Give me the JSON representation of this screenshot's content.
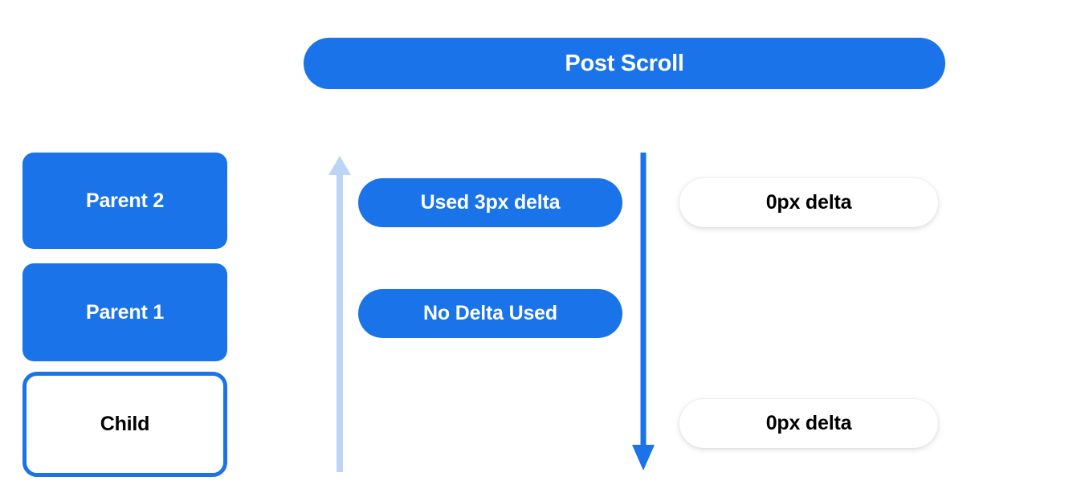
{
  "header": {
    "title": "Post Scroll"
  },
  "colors": {
    "accent_blue": "#1a73e8",
    "arrow_light_blue": "#bcd4f5",
    "arrow_dark_blue": "#1a73e8",
    "text_on_blue": "#ffffff",
    "text_dark": "#000000",
    "background": "#ffffff"
  },
  "scroll_chain": {
    "boxes": [
      {
        "label": "Parent 2",
        "style": "filled"
      },
      {
        "label": "Parent 1",
        "style": "filled"
      },
      {
        "label": "Child",
        "style": "outlined"
      }
    ]
  },
  "arrows": [
    {
      "name": "up-arrow",
      "direction": "up",
      "color": "#bcd4f5"
    },
    {
      "name": "down-arrow",
      "direction": "down",
      "color": "#1a73e8"
    }
  ],
  "consumption_pills": [
    {
      "label": "Used 3px delta"
    },
    {
      "label": "No Delta Used"
    }
  ],
  "remaining_pills": [
    {
      "label": "0px delta"
    },
    {
      "label": "0px delta"
    }
  ]
}
